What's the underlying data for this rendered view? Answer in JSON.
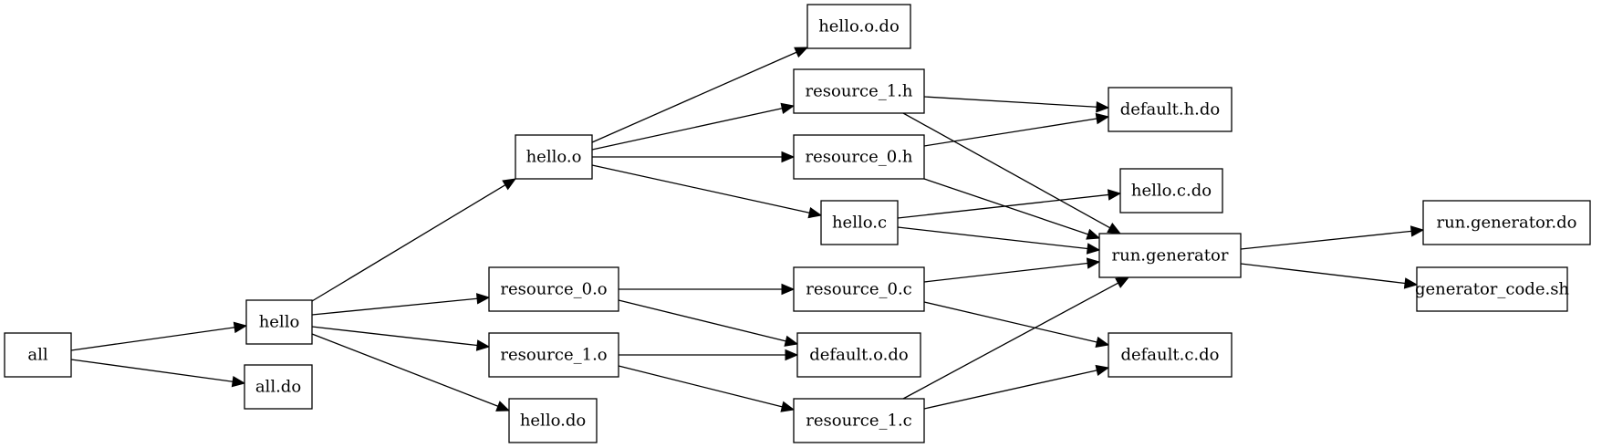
{
  "graph": {
    "direction": "left-to-right",
    "colors": {
      "stroke": "#000000",
      "fill": "#ffffff",
      "text": "#000000"
    },
    "nodes": [
      {
        "id": "all",
        "label": "all"
      },
      {
        "id": "all_do",
        "label": "all.do"
      },
      {
        "id": "hello",
        "label": "hello"
      },
      {
        "id": "hello_o",
        "label": "hello.o"
      },
      {
        "id": "resource_0_o",
        "label": "resource_0.o"
      },
      {
        "id": "resource_1_o",
        "label": "resource_1.o"
      },
      {
        "id": "hello_do",
        "label": "hello.do"
      },
      {
        "id": "hello_o_do",
        "label": "hello.o.do"
      },
      {
        "id": "resource_1_h",
        "label": "resource_1.h"
      },
      {
        "id": "resource_0_h",
        "label": "resource_0.h"
      },
      {
        "id": "hello_c",
        "label": "hello.c"
      },
      {
        "id": "resource_0_c",
        "label": "resource_0.c"
      },
      {
        "id": "default_o_do",
        "label": "default.o.do"
      },
      {
        "id": "resource_1_c",
        "label": "resource_1.c"
      },
      {
        "id": "default_h_do",
        "label": "default.h.do"
      },
      {
        "id": "hello_c_do",
        "label": "hello.c.do"
      },
      {
        "id": "run_generator",
        "label": "run.generator"
      },
      {
        "id": "default_c_do",
        "label": "default.c.do"
      },
      {
        "id": "run_generator_do",
        "label": "run.generator.do"
      },
      {
        "id": "generator_code_sh",
        "label": "generator_code.sh"
      }
    ],
    "edges": [
      {
        "from": "all",
        "to": "hello"
      },
      {
        "from": "all",
        "to": "all_do"
      },
      {
        "from": "hello",
        "to": "hello_o"
      },
      {
        "from": "hello",
        "to": "resource_0_o"
      },
      {
        "from": "hello",
        "to": "resource_1_o"
      },
      {
        "from": "hello",
        "to": "hello_do"
      },
      {
        "from": "hello_o",
        "to": "hello_o_do"
      },
      {
        "from": "hello_o",
        "to": "resource_1_h"
      },
      {
        "from": "hello_o",
        "to": "resource_0_h"
      },
      {
        "from": "hello_o",
        "to": "hello_c"
      },
      {
        "from": "resource_0_o",
        "to": "resource_0_c"
      },
      {
        "from": "resource_0_o",
        "to": "default_o_do"
      },
      {
        "from": "resource_1_o",
        "to": "default_o_do"
      },
      {
        "from": "resource_1_o",
        "to": "resource_1_c"
      },
      {
        "from": "resource_1_h",
        "to": "default_h_do"
      },
      {
        "from": "resource_1_h",
        "to": "run_generator"
      },
      {
        "from": "resource_0_h",
        "to": "default_h_do"
      },
      {
        "from": "resource_0_h",
        "to": "run_generator"
      },
      {
        "from": "hello_c",
        "to": "hello_c_do"
      },
      {
        "from": "hello_c",
        "to": "run_generator"
      },
      {
        "from": "resource_0_c",
        "to": "run_generator"
      },
      {
        "from": "resource_0_c",
        "to": "default_c_do"
      },
      {
        "from": "resource_1_c",
        "to": "run_generator"
      },
      {
        "from": "resource_1_c",
        "to": "default_c_do"
      },
      {
        "from": "run_generator",
        "to": "run_generator_do"
      },
      {
        "from": "run_generator",
        "to": "generator_code_sh"
      }
    ]
  }
}
